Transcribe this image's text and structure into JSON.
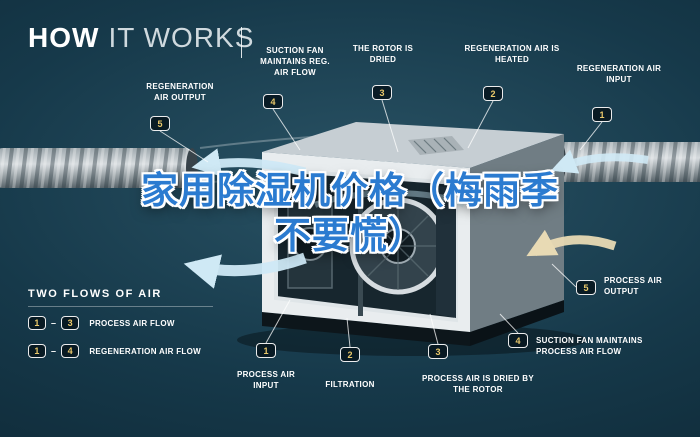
{
  "title": {
    "strong": "HOW",
    "light": "IT WORKS"
  },
  "overlay_title": {
    "line1": "家用除湿机价格（梅雨季",
    "line2": "不要慌）"
  },
  "legend": {
    "heading": "TWO FLOWS OF AIR",
    "separator": "–",
    "rows": [
      {
        "from": "1",
        "to": "3",
        "label": "PROCESS AIR FLOW"
      },
      {
        "from": "1",
        "to": "4",
        "label": "REGENERATION AIR FLOW"
      }
    ]
  },
  "callouts": {
    "regen_output": {
      "num": "5",
      "label": "REGENERATION AIR OUTPUT"
    },
    "suction_fan_reg": {
      "num": "4",
      "label": "SUCTION FAN MAINTAINS REG. AIR FLOW"
    },
    "rotor_dried": {
      "num": "3",
      "label": "THE ROTOR IS DRIED"
    },
    "regen_heated": {
      "num": "2",
      "label": "REGENERATION AIR IS HEATED"
    },
    "regen_input": {
      "num": "1",
      "label": "REGENERATION AIR INPUT"
    },
    "process_output": {
      "num": "5",
      "label": "PROCESS AIR OUTPUT"
    },
    "suction_fan_process": {
      "num": "4",
      "label": "SUCTION FAN MAINTAINS PROCESS AIR FLOW"
    },
    "process_dried": {
      "num": "3",
      "label": "PROCESS AIR IS DRIED BY THE ROTOR"
    },
    "filtration": {
      "num": "2",
      "label": "FILTRATION"
    },
    "process_input": {
      "num": "1",
      "label": "PROCESS AIR INPUT"
    }
  },
  "colors": {
    "background": "#16394a",
    "badge_number": "#e9c86a",
    "flow_blue": "#cfe9f5",
    "flow_cream": "#e8dab4",
    "overlay_blue": "#2b7bd0"
  }
}
